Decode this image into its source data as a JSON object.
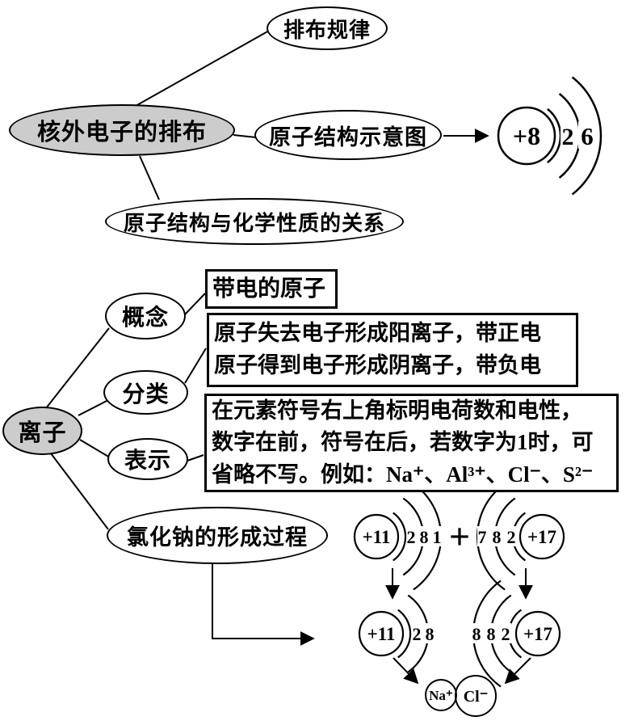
{
  "nodes": {
    "arrangement_rules": "排布规律",
    "electron_arrangement": "核外电子的排布",
    "atomic_structure_diagram": "原子结构示意图",
    "structure_property_relation": "原子结构与化学性质的关系",
    "ion": "离子",
    "concept": "概念",
    "classification": "分类",
    "representation": "表示",
    "nacl_formation": "氯化钠的形成过程"
  },
  "boxes": {
    "concept_def": "带电的原子",
    "classification_lines": [
      "原子失去电子形成阳离子，带正电",
      "原子得到电子形成阴离子，带负电"
    ],
    "representation_lines": [
      "在元素符号右上角标明电荷数和电性，",
      "数字在前，符号在后，若数字为1时，可",
      "省略不写。例如：Na⁺、Al³⁺、Cl⁻、S²⁻"
    ]
  },
  "oxygen": {
    "nucleus": "+8",
    "shells": [
      "2",
      "6"
    ]
  },
  "nacl_process": {
    "plus": "+",
    "na_atom": {
      "nucleus": "+11",
      "shells": [
        "2",
        "8",
        "1"
      ]
    },
    "cl_atom": {
      "nucleus": "+17",
      "shells_outer_first": [
        "7",
        "8",
        "2"
      ]
    },
    "na_ion_structure": {
      "nucleus": "+11",
      "shells": [
        "2",
        "8"
      ]
    },
    "cl_ion_structure": {
      "nucleus": "+17",
      "shells_outer_first": [
        "8",
        "8",
        "2"
      ]
    },
    "na_ion": "Na⁺",
    "cl_ion": "Cl⁻"
  },
  "colors": {
    "background": "#ffffff",
    "line": "#000000",
    "highlight_node_fill": "#cccccc"
  }
}
